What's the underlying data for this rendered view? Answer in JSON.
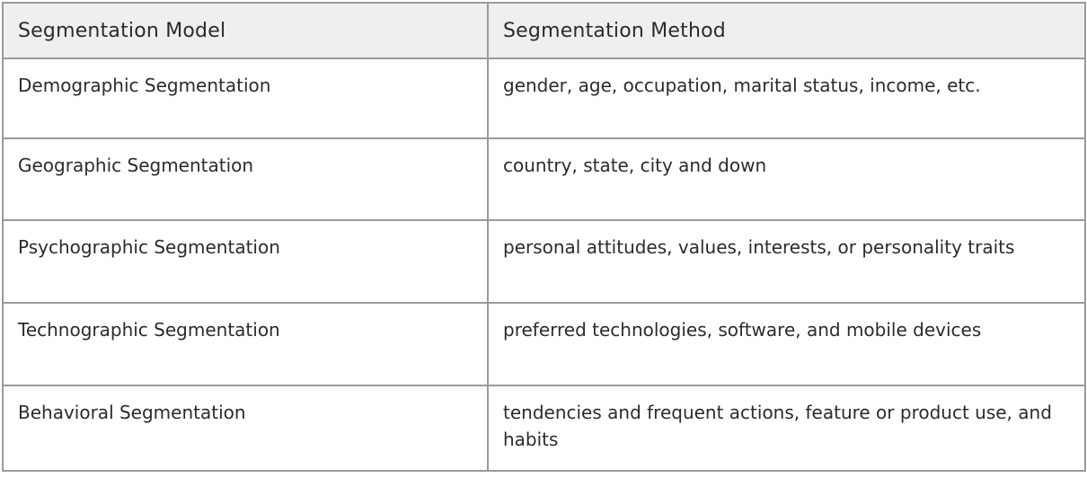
{
  "table": {
    "headers": [
      "Segmentation Model",
      "Segmentation Method"
    ],
    "rows": [
      {
        "model": "Demographic Segmentation",
        "method": "gender, age, occupation, marital status, income, etc."
      },
      {
        "model": "Geographic Segmentation",
        "method": "country, state, city and down"
      },
      {
        "model": "Psychographic Segmentation",
        "method": "personal attitudes, values, interests, or personality traits"
      },
      {
        "model": "Technographic Segmentation",
        "method": "preferred technologies, software, and mobile devices"
      },
      {
        "model": "Behavioral Segmentation",
        "method": "tendencies and frequent actions, feature or product use, and habits"
      }
    ]
  },
  "colors": {
    "border": "#9a9a9a",
    "header_background": "#efefef",
    "text": "#2b2b2b"
  }
}
